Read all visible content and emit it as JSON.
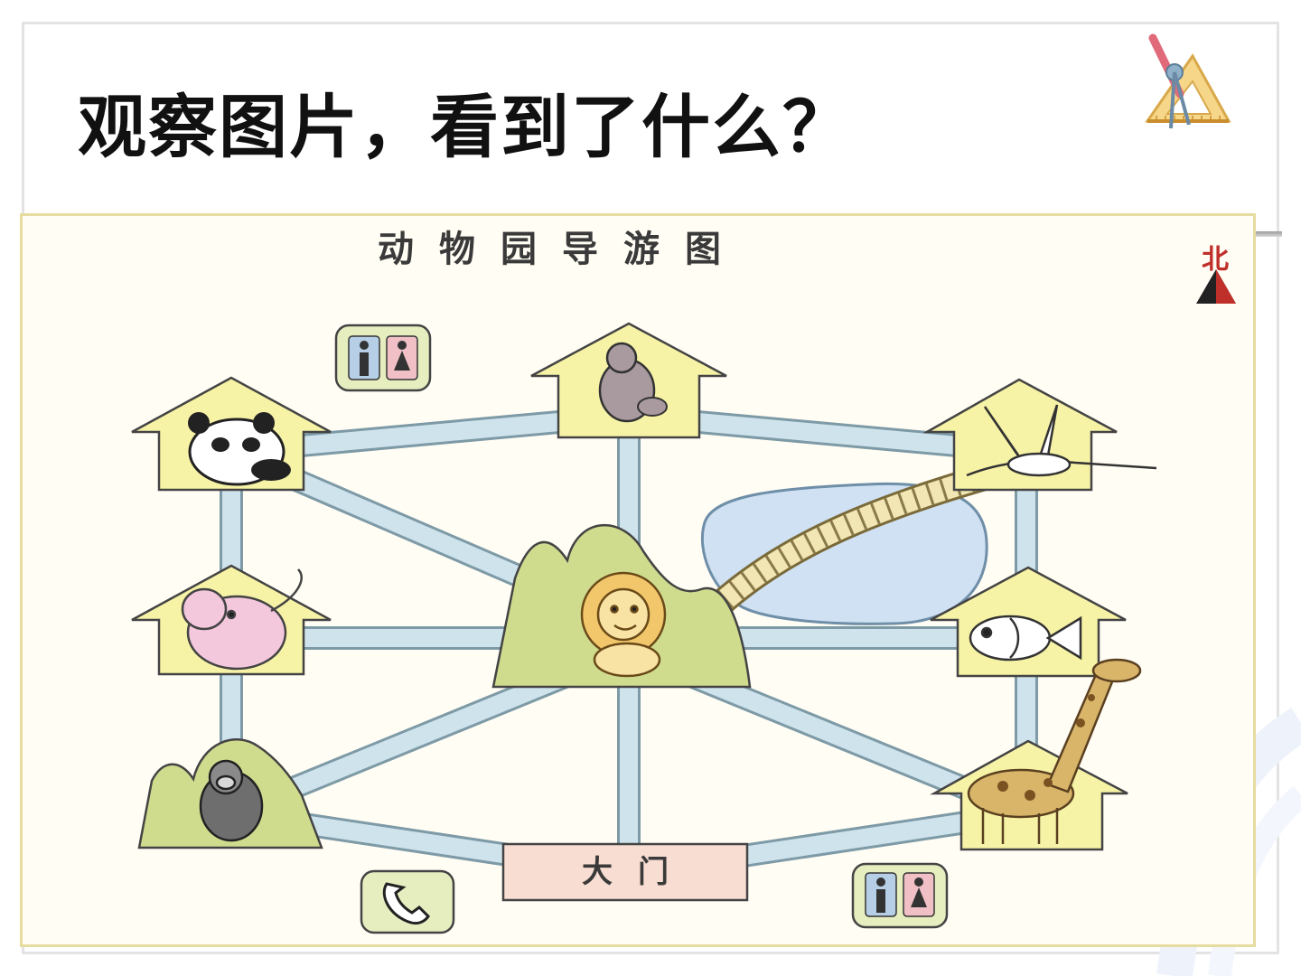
{
  "slide": {
    "title": "观察图片，看到了什么？"
  },
  "map": {
    "title": "动物园导游图",
    "north_label": "北",
    "gate_label": "大门",
    "icons": [
      "restroom-icon",
      "phone-icon",
      "north-arrow-icon"
    ],
    "animals": [
      "panda",
      "monkey",
      "crane",
      "elephant",
      "lion",
      "fish",
      "gorilla",
      "giraffe"
    ],
    "colors": {
      "path": "#cfe3ec",
      "path_edge": "#7d9aa6",
      "house_fill": "#f7f3a6",
      "hill_fill": "#cfdc8e",
      "lake_fill": "#cfe1f2",
      "gate_fill": "#f8ddd2"
    }
  }
}
